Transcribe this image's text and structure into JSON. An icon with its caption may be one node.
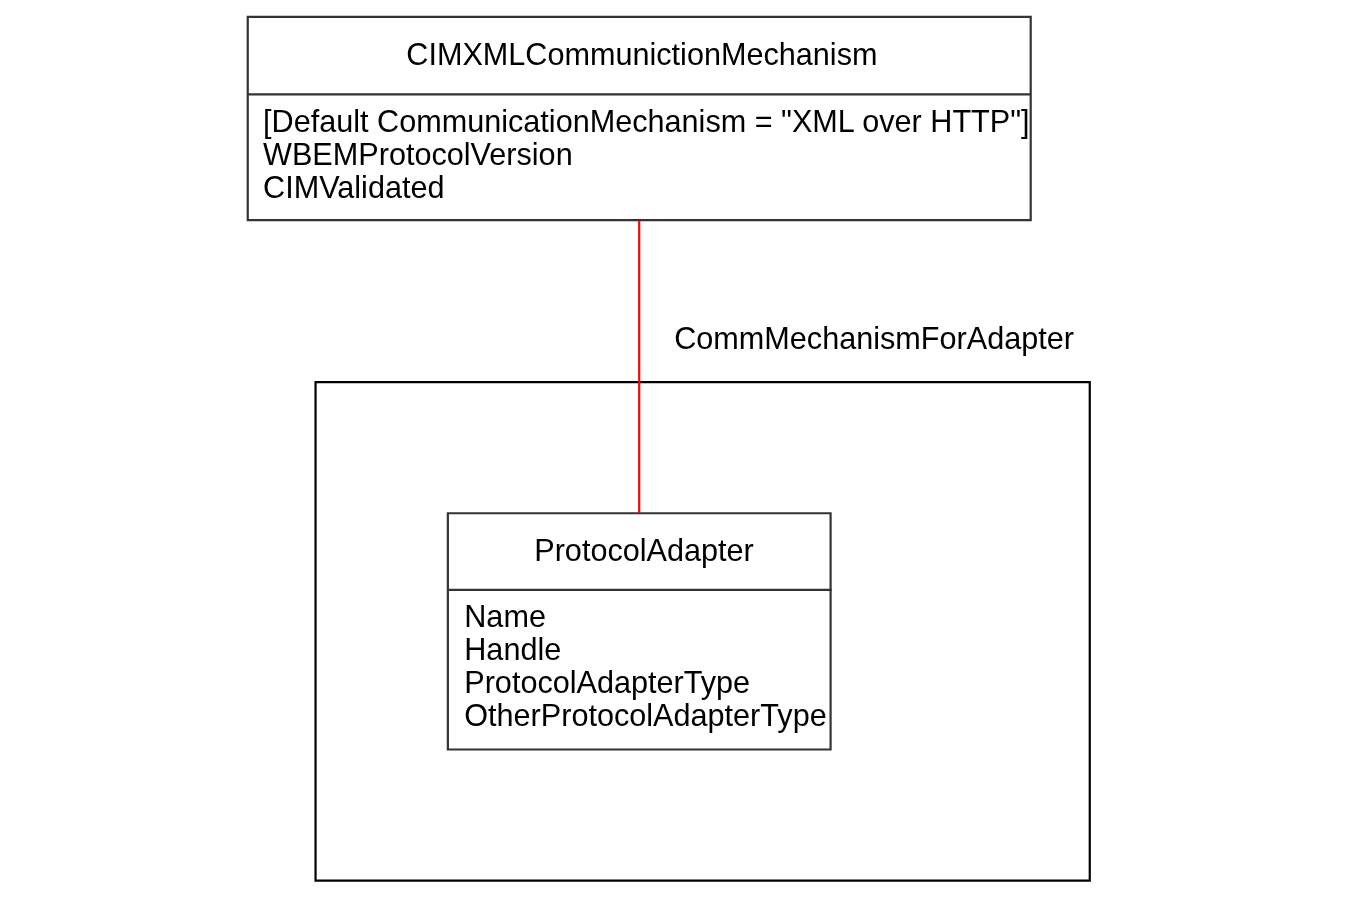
{
  "diagram": {
    "nodes": [
      {
        "text": [
          "CIMXMLCommunictionMechanism",
          "[Default CommunicationMechanism = \"XML over HTTP\"]",
          "WBEMProtocolVersion",
          "CIMValidated"
        ]
      },
      {
        "text": [],
        "shape": "box"
      },
      {
        "text": [
          "ProtocolAdapter",
          "Name",
          "Handle",
          "ProtocolAdapterType",
          "OtherProtocolAdapterType"
        ],
        "in": 1
      }
    ],
    "edges": [
      {
        "from": 0,
        "to": 2,
        "arrow": "none",
        "label": "CommMechanismForAdapter",
        "color": "#ff0000"
      }
    ]
  }
}
